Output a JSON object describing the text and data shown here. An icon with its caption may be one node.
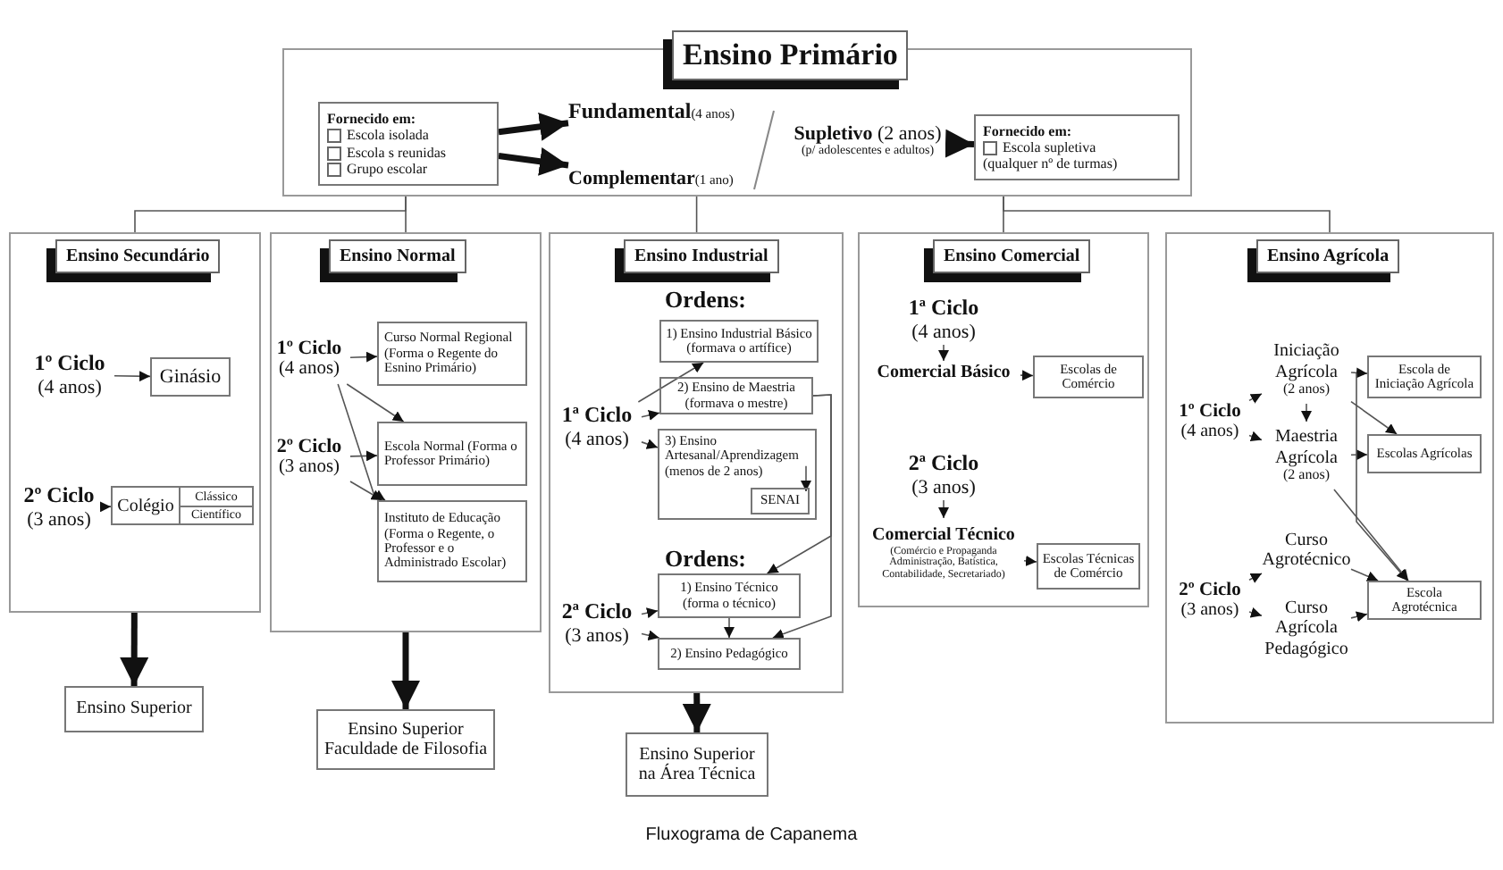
{
  "diagram": {
    "caption": "Fluxograma de Capanema",
    "nodes": [
      {
        "text": [
          "Ensino Primário"
        ]
      },
      {
        "text": [
          "Fornecido em:",
          "Escola isolada",
          "Escola s reunidas",
          "Grupo escolar"
        ],
        "in": 0
      },
      {
        "text": [
          "Fundamental",
          "(4 anos)"
        ],
        "in": 0
      },
      {
        "text": [
          "Complementar",
          "(1 ano)"
        ],
        "in": 0
      },
      {
        "text": [
          "**Supletivo** (2 anos)",
          "(p/ adolescentes e adultos)"
        ],
        "in": 0
      },
      {
        "text": [
          "Fornecido em:",
          "Escola supletiva",
          "(qualquer nº de turmas)"
        ],
        "in": 0
      },
      {
        "text": [
          "Ensino Secundário"
        ]
      },
      {
        "text": [
          "1º Ciclo",
          "(4 anos)"
        ],
        "in": 6
      },
      {
        "text": [
          "Ginásio"
        ],
        "in": 6
      },
      {
        "text": [
          "2º Ciclo",
          "(3 anos)"
        ],
        "in": 6
      },
      {
        "text": [
          "Colégio",
          "Clássico",
          "Científico"
        ],
        "in": 6
      },
      {
        "text": [
          "Ensino Superior"
        ]
      },
      {
        "text": [
          "Ensino Normal"
        ]
      },
      {
        "text": [
          "1º Ciclo",
          "(4 anos)"
        ],
        "in": 12
      },
      {
        "text": [
          "Curso Normal Regional (Forma o Regente do Esnino Primário)"
        ],
        "in": 12
      },
      {
        "text": [
          "2º Ciclo",
          "(3 anos)"
        ],
        "in": 12
      },
      {
        "text": [
          "Escola Normal (Forma o Professor Primário)"
        ],
        "in": 12
      },
      {
        "text": [
          "Instituto de Educação (Forma o Regente, o Professor e o Administrado Escolar)"
        ],
        "in": 12
      },
      {
        "text": [
          "Ensino Superior Faculdade de Filosofia"
        ]
      },
      {
        "text": [
          "Ensino Industrial"
        ]
      },
      {
        "text": [
          "1ª Ciclo",
          "(4 anos)"
        ],
        "in": 19
      },
      {
        "text": [
          "1) Ensino Industrial Básico (formava o artífice)"
        ],
        "in": 19
      },
      {
        "text": [
          "2) Ensino de Maestria (formava o mestre)"
        ],
        "in": 19
      },
      {
        "text": [
          "3) Ensino Artesanal/Aprendizagem (menos de 2 anos)"
        ],
        "in": 19
      },
      {
        "text": [
          "SENAI"
        ],
        "in": 23
      },
      {
        "text": [
          "2ª Ciclo",
          "(3 anos)"
        ],
        "in": 19
      },
      {
        "text": [
          "1) Ensino Técnico (forma o técnico)"
        ],
        "in": 19
      },
      {
        "text": [
          "2) Ensino Pedagógico"
        ],
        "in": 19
      },
      {
        "text": [
          "Ensino Superior na Área Técnica"
        ]
      },
      {
        "text": [
          "Ensino Comercial"
        ]
      },
      {
        "text": [
          "1ª Ciclo",
          "(4 anos)"
        ],
        "in": 29
      },
      {
        "text": [
          "Comercial Básico"
        ],
        "in": 29
      },
      {
        "text": [
          "Escolas de Comércio"
        ],
        "in": 29
      },
      {
        "text": [
          "2ª Ciclo",
          "(3 anos)"
        ],
        "in": 29
      },
      {
        "text": [
          "Comercial Técnico",
          "(Comércio e Propaganda Administração, Batística, Contabilidade, Secretariado)"
        ],
        "in": 29
      },
      {
        "text": [
          "Escolas Técnicas de Comércio"
        ],
        "in": 29
      },
      {
        "text": [
          "Ensino Agrícola"
        ]
      },
      {
        "text": [
          "1º Ciclo",
          "(4 anos)"
        ],
        "in": 36
      },
      {
        "text": [
          "Iniciação Agrícola",
          "(2 anos)"
        ],
        "in": 36
      },
      {
        "text": [
          "Maestria Agrícola",
          "(2 anos)"
        ],
        "in": 36
      },
      {
        "text": [
          "Escola de Iniciação Agrícola"
        ],
        "in": 36
      },
      {
        "text": [
          "Escolas Agrícolas"
        ],
        "in": 36
      },
      {
        "text": [
          "2º Ciclo",
          "(3 anos)"
        ],
        "in": 36
      },
      {
        "text": [
          "Curso Agrotécnico"
        ],
        "in": 36
      },
      {
        "text": [
          "Curso Agrícola Pedagógico"
        ],
        "in": 36
      },
      {
        "text": [
          "Escola Agrotécnica"
        ],
        "in": 36
      }
    ],
    "edges": [
      {
        "from": 1,
        "to": 2,
        "arrow": "to",
        "style": "thick"
      },
      {
        "from": 1,
        "to": 3,
        "arrow": "to",
        "style": "thick"
      },
      {
        "from": 4,
        "to": 5,
        "arrow": "to",
        "style": "thick"
      },
      {
        "from": 0,
        "to": 6,
        "arrow": "none"
      },
      {
        "from": 0,
        "to": 12,
        "arrow": "none"
      },
      {
        "from": 0,
        "to": 19,
        "arrow": "none"
      },
      {
        "from": 0,
        "to": 29,
        "arrow": "none"
      },
      {
        "from": 0,
        "to": 36,
        "arrow": "none"
      },
      {
        "from": 7,
        "to": 8,
        "arrow": "to"
      },
      {
        "from": 9,
        "to": 10,
        "arrow": "to"
      },
      {
        "from": 6,
        "to": 11,
        "arrow": "to",
        "style": "thick"
      },
      {
        "from": 13,
        "to": 14,
        "arrow": "to"
      },
      {
        "from": 13,
        "to": 16,
        "arrow": "to"
      },
      {
        "from": 13,
        "to": 17,
        "arrow": "to"
      },
      {
        "from": 15,
        "to": 16,
        "arrow": "to"
      },
      {
        "from": 15,
        "to": 17,
        "arrow": "to"
      },
      {
        "from": 12,
        "to": 18,
        "arrow": "to",
        "style": "thick"
      },
      {
        "from": 20,
        "to": 21,
        "arrow": "to"
      },
      {
        "from": 20,
        "to": 22,
        "arrow": "to"
      },
      {
        "from": 20,
        "to": 23,
        "arrow": "to"
      },
      {
        "from": 23,
        "to": 24,
        "arrow": "to"
      },
      {
        "from": 22,
        "to": 26,
        "arrow": "to"
      },
      {
        "from": 22,
        "to": 27,
        "arrow": "to"
      },
      {
        "from": 25,
        "to": 26,
        "arrow": "to"
      },
      {
        "from": 25,
        "to": 27,
        "arrow": "to"
      },
      {
        "from": 26,
        "to": 27,
        "arrow": "to"
      },
      {
        "from": 19,
        "to": 28,
        "arrow": "to",
        "style": "thick"
      },
      {
        "from": 30,
        "to": 31,
        "arrow": "to"
      },
      {
        "from": 31,
        "to": 32,
        "arrow": "to"
      },
      {
        "from": 33,
        "to": 34,
        "arrow": "to"
      },
      {
        "from": 34,
        "to": 35,
        "arrow": "to"
      },
      {
        "from": 37,
        "to": 38,
        "arrow": "to"
      },
      {
        "from": 37,
        "to": 39,
        "arrow": "to"
      },
      {
        "from": 38,
        "to": 39,
        "arrow": "to"
      },
      {
        "from": 38,
        "to": 40,
        "arrow": "to"
      },
      {
        "from": 39,
        "to": 41,
        "arrow": "to"
      },
      {
        "from": 38,
        "to": 41,
        "arrow": "to"
      },
      {
        "from": 38,
        "to": 45,
        "arrow": "to"
      },
      {
        "from": 39,
        "to": 45,
        "arrow": "to"
      },
      {
        "from": 42,
        "to": 43,
        "arrow": "to"
      },
      {
        "from": 42,
        "to": 44,
        "arrow": "to"
      },
      {
        "from": 43,
        "to": 45,
        "arrow": "to"
      },
      {
        "from": 44,
        "to": 45,
        "arrow": "to"
      }
    ],
    "labels": [
      "Ordens:",
      "Ordens:"
    ]
  }
}
